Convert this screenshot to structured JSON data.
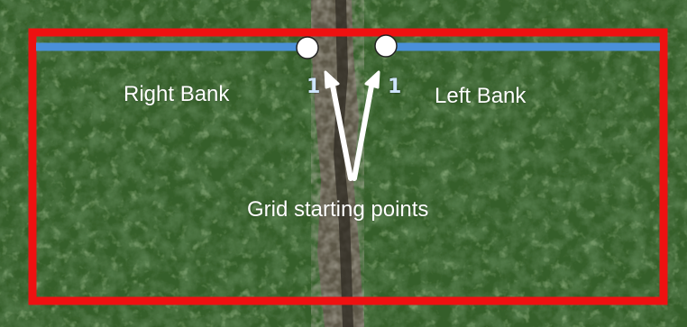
{
  "map": {
    "right_bank_label": "Right Bank",
    "left_bank_label": "Left Bank",
    "grid_points_label": "Grid starting points",
    "right_point_number": "1",
    "left_point_number": "1"
  },
  "colors": {
    "boundary": "#ee1111",
    "transect_line": "#4a90d9",
    "point_marker": "#ffffff",
    "arrow": "#ffffff",
    "vegetation": "#2f5a25",
    "stream_channel": "#5a5546"
  },
  "icons": {
    "marker": "circle-marker-icon",
    "arrow": "arrow-up-icon"
  }
}
